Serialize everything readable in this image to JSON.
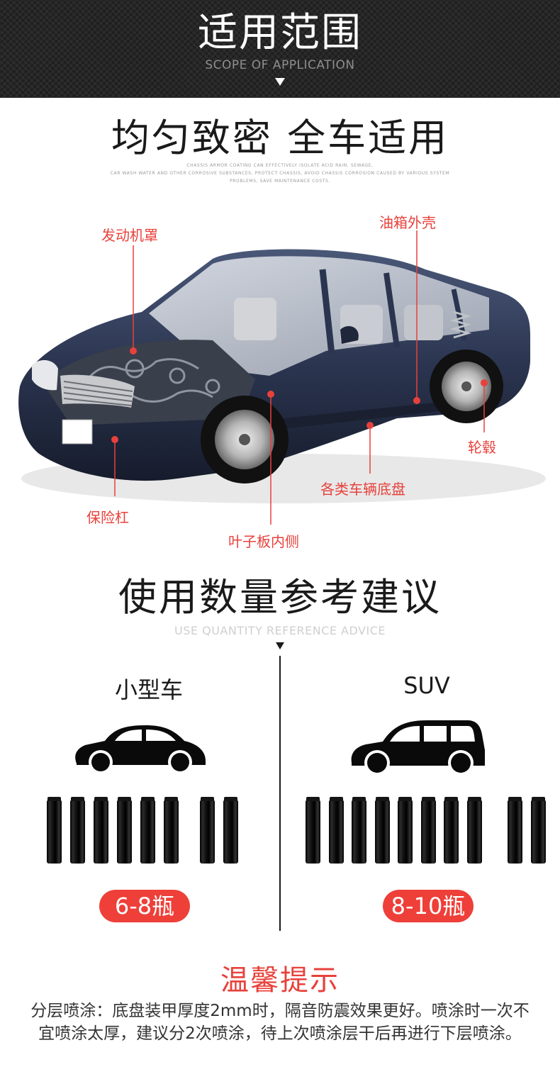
{
  "header": {
    "title": "适用范围",
    "subtitle": "SCOPE OF APPLICATION"
  },
  "coverage": {
    "title": "均匀致密 全车适用",
    "english_lines": [
      "CHASSIS ARMOR COATING CAN EFFECTIVELY ISOLATE ACID RAIN, SEWAGE,",
      "CAR WASH WATER AND OTHER CORROSIVE SUBSTANCES, PROTECT CHASSIS, AVOID CHASSIS CORROSION CAUSED BY VARIOUS SYSTEM",
      "PROBLEMS, SAVE MAINTENANCE COSTS."
    ],
    "callouts": {
      "hood": "发动机罩",
      "fuel_tank": "油箱外壳",
      "wheel_hub": "轮毂",
      "chassis": "各类车辆底盘",
      "bumper": "保险杠",
      "fender": "叶子板内侧"
    },
    "colors": {
      "accent": "#e8413b",
      "car_body": "#2b3550"
    }
  },
  "usage": {
    "title": "使用数量参考建议",
    "subtitle": "USE QUANTITY REFERENCE ADVICE",
    "small_car": {
      "label": "小型车",
      "amount": "6-8瓶",
      "bottles": 8
    },
    "suv": {
      "label": "SUV",
      "amount": "8-10瓶",
      "bottles": 10
    }
  },
  "tips": {
    "title": "温馨提示",
    "text": "分层喷涂：底盘装甲厚度2mm时，隔音防震效果更好。喷涂时一次不宜喷涂太厚，建议分2次喷涂，待上次喷涂层干后再进行下层喷涂。"
  }
}
